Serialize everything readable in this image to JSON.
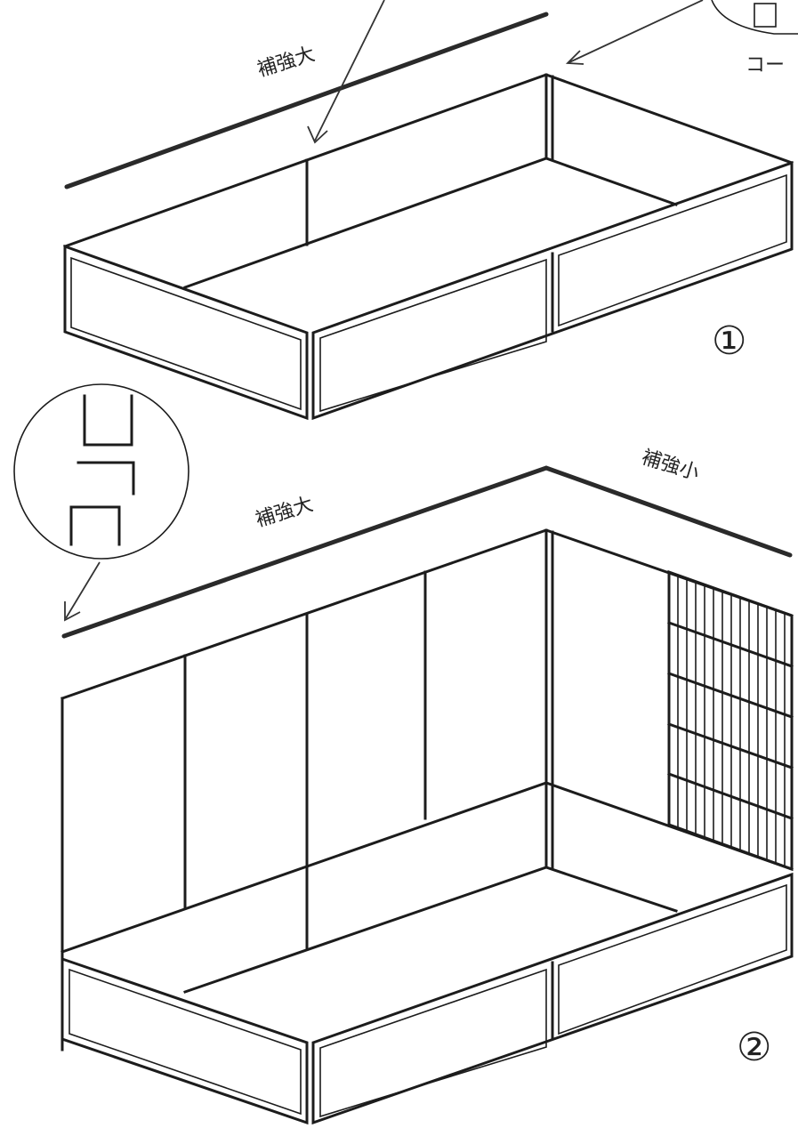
{
  "labels": {
    "reinforce_large_top": "補強大",
    "reinforce_large_bottom": "補強大",
    "reinforce_small": "補強小",
    "corner_partial": "コー"
  },
  "steps": {
    "step1": "①",
    "step2": "②"
  }
}
